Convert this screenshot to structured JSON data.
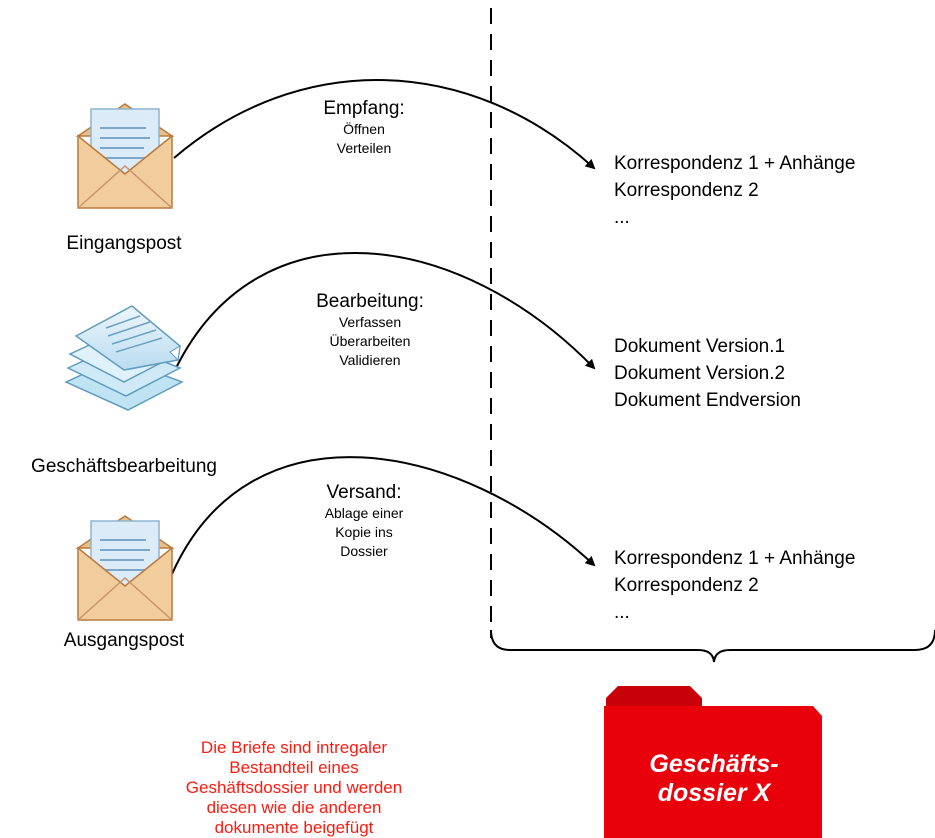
{
  "sources": [
    {
      "label": "Eingangspost",
      "icon": "open-envelope-icon"
    },
    {
      "label": "Geschäftsbearbeitung",
      "icon": "document-stack-icon"
    },
    {
      "label": "Ausgangspost",
      "icon": "open-envelope-icon"
    }
  ],
  "phases": [
    {
      "title": "Empfang:",
      "steps": [
        "Öffnen",
        "Verteilen"
      ]
    },
    {
      "title": "Bearbeitung:",
      "steps": [
        "Verfassen",
        "Überarbeiten",
        "Validieren"
      ]
    },
    {
      "title": "Versand:",
      "steps": [
        "Ablage einer",
        "Kopie ins",
        "Dossier"
      ]
    }
  ],
  "targets": [
    {
      "lines": [
        "Korrespondenz 1 + Anhänge",
        "Korrespondenz 2",
        "..."
      ]
    },
    {
      "lines": [
        "Dokument Version.1",
        "Dokument Version.2",
        "Dokument Endversion"
      ]
    },
    {
      "lines": [
        "Korrespondenz 1 + Anhänge",
        "Korrespondenz 2",
        "..."
      ]
    }
  ],
  "note": "Die Briefe sind intregaler Bestandteil eines Geshäftsdossier und werden diesen wie die anderen dokumente beigefügt",
  "folder": {
    "title_line1": "Geschäfts-",
    "title_line2": "dossier X",
    "color": "#e8000b"
  },
  "colors": {
    "note": "#ff1a0f",
    "envelope": "#eec99a",
    "paper": "#dcebf8",
    "folder": "#e8000b"
  }
}
